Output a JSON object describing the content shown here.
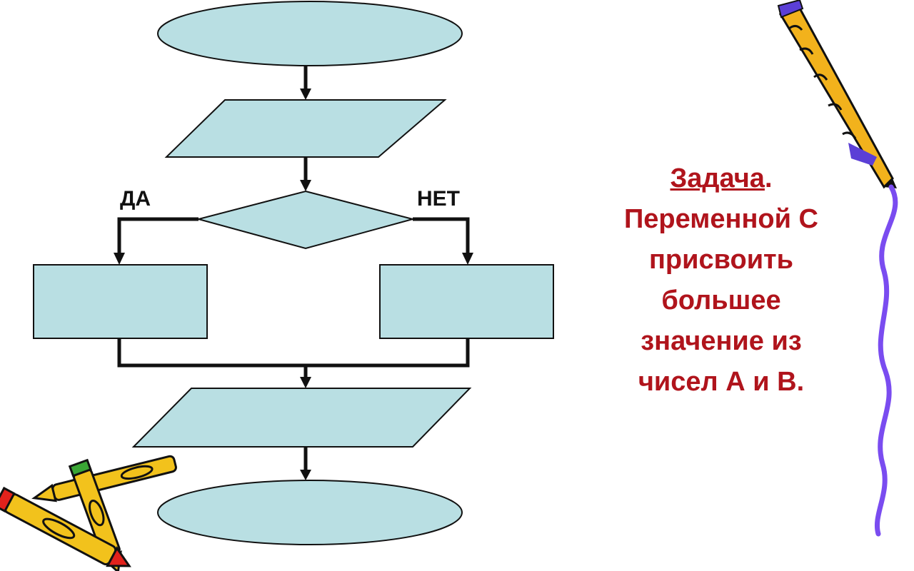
{
  "diagram": {
    "branch_labels": {
      "yes": "ДА",
      "no": "НЕТ"
    },
    "colors": {
      "shape_fill": "#b9dfe3",
      "stroke": "#111111",
      "text": "#b0141c"
    }
  },
  "task": {
    "title": "Задача",
    "title_punct": ".",
    "lines": [
      "Переменной С",
      "присвоить",
      "большее",
      "значение из",
      "чисел А и В."
    ]
  },
  "decorations": [
    "pencil-icon",
    "crayons-icon",
    "purple-ribbon"
  ]
}
